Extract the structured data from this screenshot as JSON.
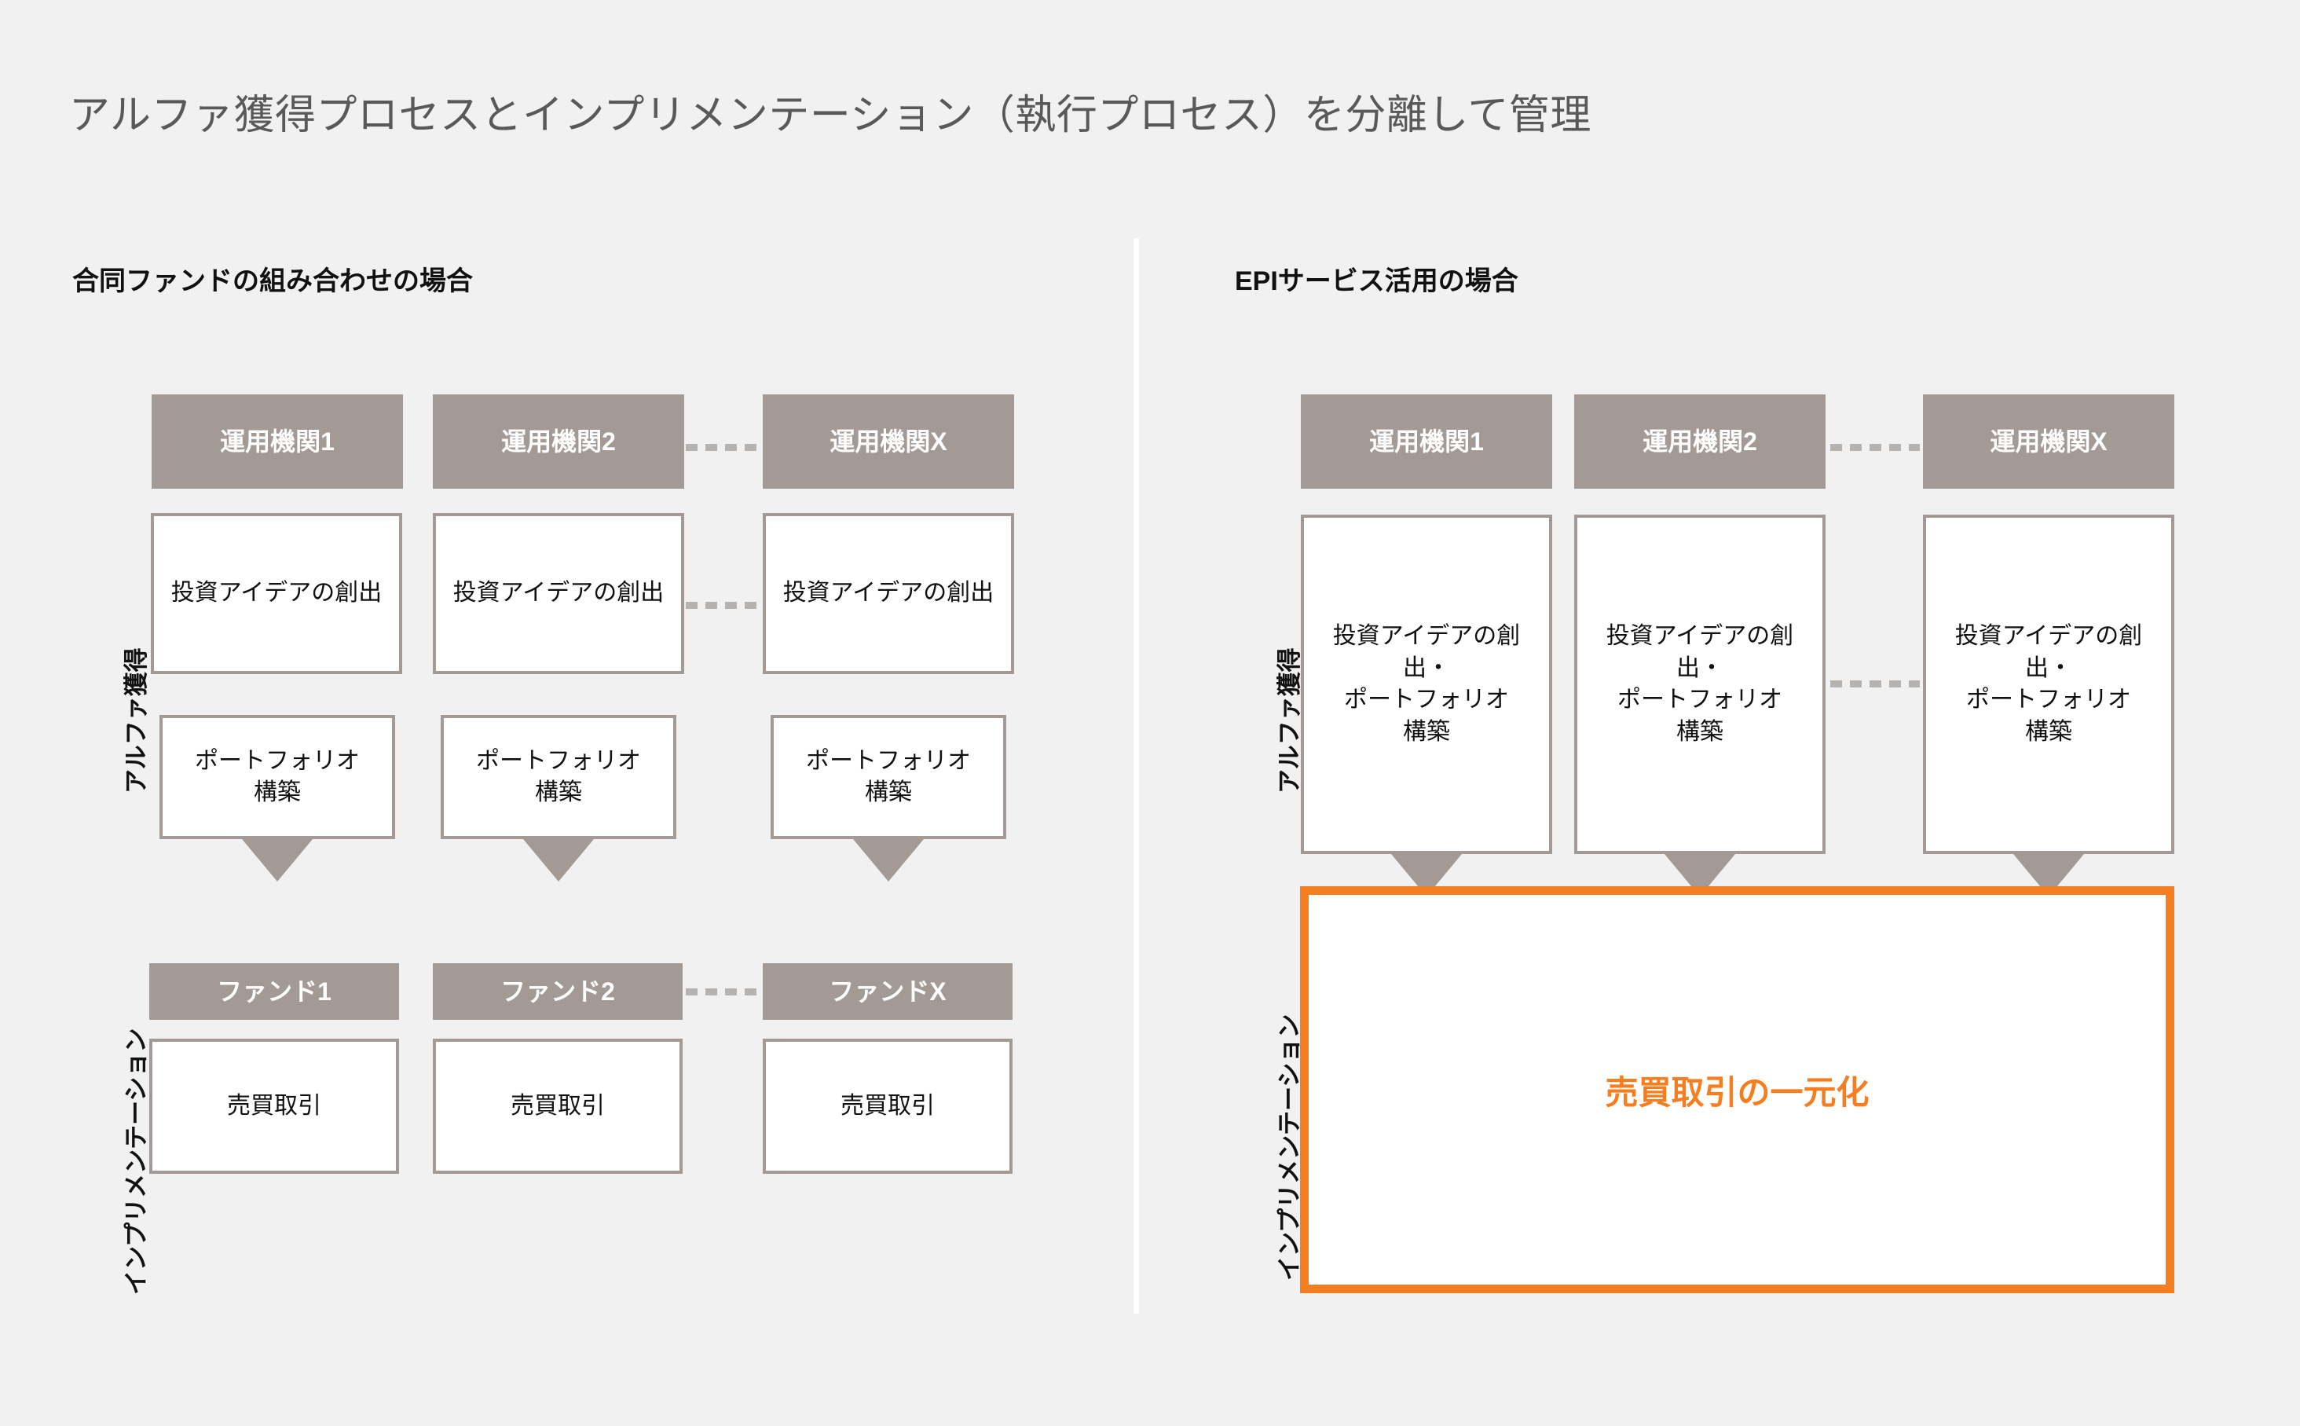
{
  "title": "アルファ獲得プロセスとインプリメンテーション（執行プロセス）を分離して管理",
  "colors": {
    "background": "#f1f1f1",
    "gray": "#a39a95",
    "dash": "#b5b2b0",
    "orange": "#f47e20",
    "title_text": "#595959",
    "body_text": "#111111"
  },
  "panels": {
    "left": {
      "heading": "合同ファンドの組み合わせの場合",
      "row_labels": {
        "alpha": "アルファ獲得",
        "implementation": "インプリメンテーション"
      },
      "managers": [
        {
          "header": "運用機関1",
          "idea": "投資アイデアの創出",
          "portfolio": "ポートフォリオ\n構築"
        },
        {
          "header": "運用機関2",
          "idea": "投資アイデアの創出",
          "portfolio": "ポートフォリオ\n構築"
        },
        {
          "header": "運用機関X",
          "idea": "投資アイデアの創出",
          "portfolio": "ポートフォリオ\n構築"
        }
      ],
      "funds": [
        {
          "header": "ファンド1",
          "trade": "売買取引"
        },
        {
          "header": "ファンド2",
          "trade": "売買取引"
        },
        {
          "header": "ファンドX",
          "trade": "売買取引"
        }
      ]
    },
    "right": {
      "heading": "EPIサービス活用の場合",
      "row_labels": {
        "alpha": "アルファ獲得",
        "implementation": "インプリメンテーション"
      },
      "managers": [
        {
          "header": "運用機関1",
          "body": "投資アイデアの創\n出・\nポートフォリオ\n構築"
        },
        {
          "header": "運用機関2",
          "body": "投資アイデアの創\n出・\nポートフォリオ\n構築"
        },
        {
          "header": "運用機関X",
          "body": "投資アイデアの創\n出・\nポートフォリオ\n構築"
        }
      ],
      "consolidated": {
        "label": "売買取引の一元化"
      }
    }
  },
  "connectors": {
    "label": "dashed-link"
  }
}
